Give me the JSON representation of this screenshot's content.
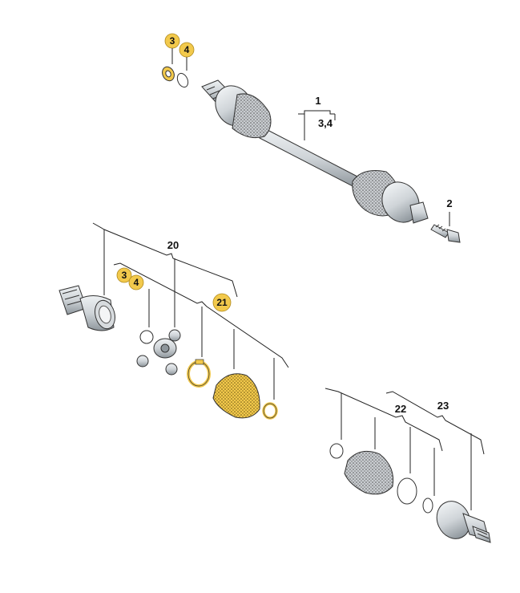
{
  "labels": {
    "p1": "1",
    "p1_sub": "3,4",
    "p2": "2",
    "p20": "20",
    "p22": "22",
    "p23": "23"
  },
  "badges": {
    "top_3": "3",
    "top_4": "4",
    "mid_3": "3",
    "mid_4": "4",
    "p21": "21"
  },
  "colors": {
    "highlight": "#f2c94c",
    "metal": "#cfd4d8",
    "metal_dark": "#8e969c",
    "boot": "#c9cdd1",
    "line": "#222222"
  }
}
